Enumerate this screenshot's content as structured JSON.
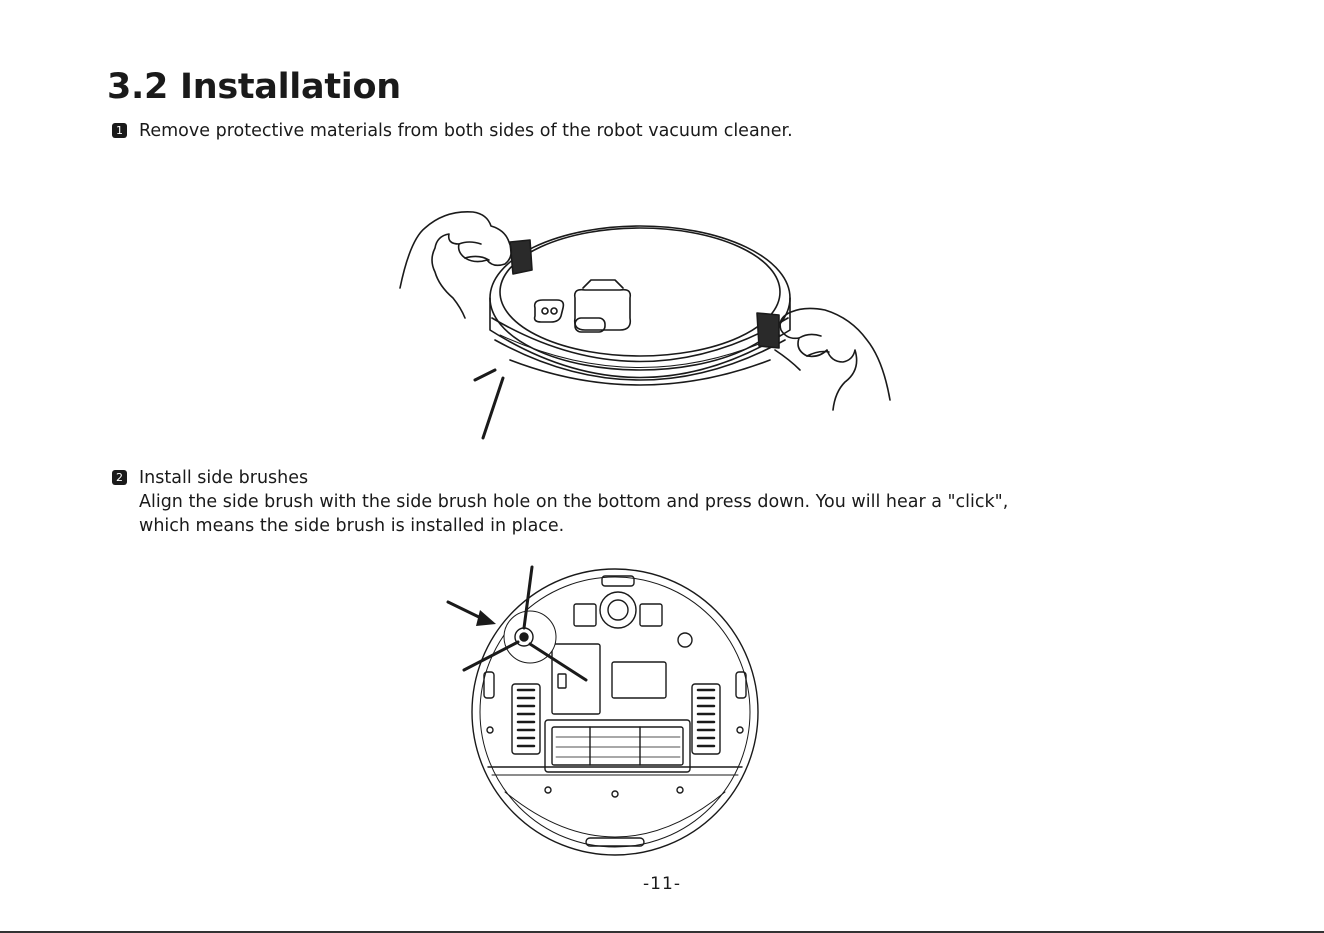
{
  "page": {
    "title": "3.2 Installation",
    "page_number": "-11-"
  },
  "steps": [
    {
      "number": "1",
      "lines": [
        "Remove protective materials from both sides of the robot vacuum cleaner."
      ]
    },
    {
      "number": "2",
      "lines": [
        "Install side brushes",
        "Align the side brush with the side brush hole on the bottom and press down. You will hear a \"click\",",
        "which means the side brush is installed in place."
      ]
    }
  ],
  "figures": {
    "top": "robot-top-with-protective-materials",
    "bottom": "robot-bottom-side-brush"
  }
}
